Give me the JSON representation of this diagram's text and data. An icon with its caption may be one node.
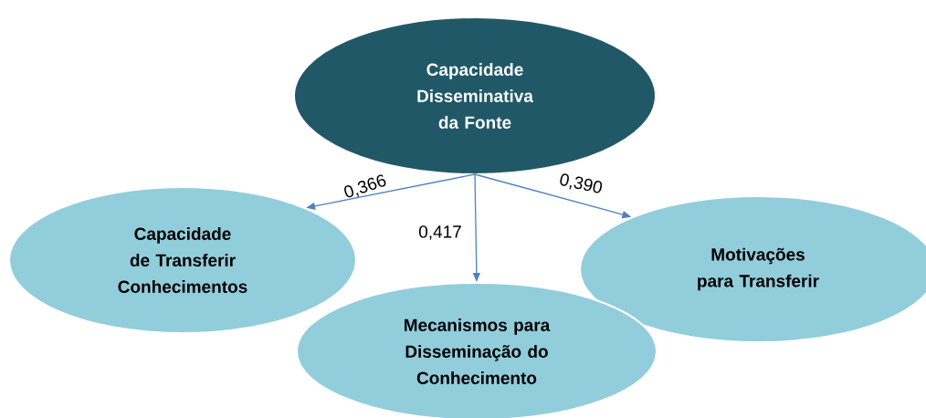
{
  "diagram": {
    "nodes": [
      {
        "text": [
          "Capacidade Disseminativa da Fonte"
        ]
      },
      {
        "text": [
          "Capacidade de Transferir Conhecimentos"
        ]
      },
      {
        "text": [
          "Mecanismos para Disseminação do Conhecimento"
        ]
      },
      {
        "text": [
          "Motivações para Transferir"
        ]
      }
    ],
    "edges": [
      {
        "from": 0,
        "to": 1,
        "arrow": "to",
        "label": "0,366"
      },
      {
        "from": 0,
        "to": 2,
        "arrow": "to",
        "label": "0,417"
      },
      {
        "from": 0,
        "to": 3,
        "arrow": "to",
        "label": "0,390"
      }
    ]
  }
}
